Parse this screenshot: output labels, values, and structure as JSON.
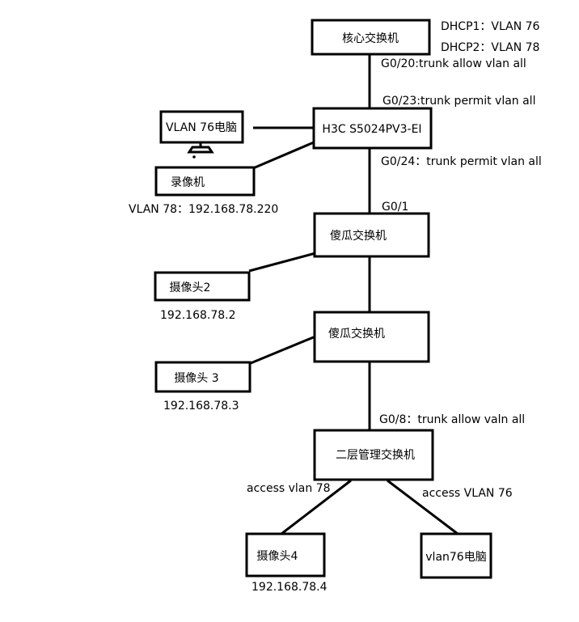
{
  "nodes": {
    "core_switch": "核心交换机",
    "h3c_switch": "H3C S5024PV3-EI",
    "vlan76_pc": "VLAN 76电脑",
    "recorder": "录像机",
    "dumb_switch_1": "傻瓜交换机",
    "camera2": "摄像头2",
    "dumb_switch_2": "傻瓜交换机",
    "camera3": "摄像头 3",
    "l2_switch": "二层管理交换机",
    "camera4": "摄像头4",
    "vlan76_pc_2": "vlan76电脑"
  },
  "labels": {
    "dhcp1": "DHCP1：VLAN 76",
    "dhcp2": "DHCP2：VLAN 78",
    "g0_20": "G0/20:trunk allow vlan  all",
    "g0_23": "G0/23:trunk permit vlan  all",
    "g0_24": "G0/24：trunk permit vlan all",
    "recorder_ip": "VLAN 78：192.168.78.220",
    "g0_1": "G0/1",
    "camera2_ip": "192.168.78.2",
    "camera3_ip": "192.168.78.3",
    "g0_8": "G0/8：trunk allow valn all",
    "access78": "access vlan 78",
    "access76": "access VLAN 76",
    "camera4_ip": "192.168.78.4"
  }
}
